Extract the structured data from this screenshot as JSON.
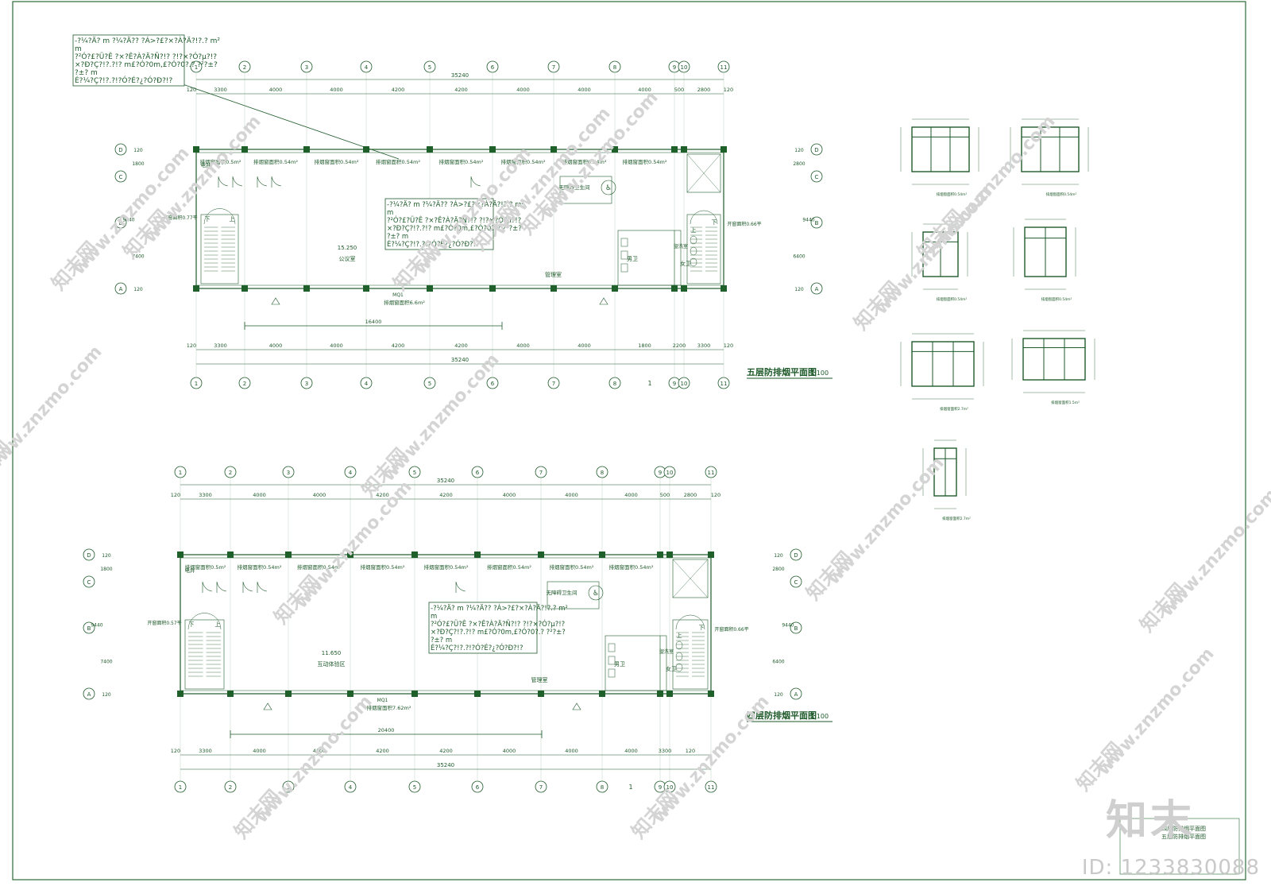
{
  "watermarks": {
    "site": "www.znzmo.com",
    "brand": "知末",
    "brand_net": "知末网",
    "id_label": "ID: 1233830088"
  },
  "note_lines": [
    "-?¼?Ä?    m ?¼?Ä?? ?Á>?£?×?À?Ä?!?.?     m²",
    "m",
    "?²Ó?£?Ü?Ê ?×?Ê?À?Ä?Ñ?!? ?!?×?Ó?µ?!?",
    "×?Ð?Ç?!?.?!?      m£?Ó?0m,£?Ó?0?.? ?²?±?",
    "?±?         m",
    "É?¼?Ç?!?.?!?Ó?É?¿?Ó?Ð?!?"
  ],
  "floor5": {
    "title": "五层防排烟平面图",
    "scale": "1:100",
    "total": "35240",
    "top_dims": [
      "120",
      "3300",
      "4000",
      "4000",
      "4200",
      "4200",
      "4000",
      "4000",
      "4000",
      "500",
      "2800",
      "120"
    ],
    "bottom_dims": [
      "120",
      "3300",
      "4000",
      "4000",
      "4200",
      "4200",
      "4000",
      "4000",
      "1800",
      "2200",
      "3300",
      "120"
    ],
    "span": "16400",
    "left_dims": [
      "120",
      "1800",
      "9440",
      "7400",
      "120"
    ],
    "right_dims": [
      "120",
      "2800",
      "9440",
      "6400",
      "120"
    ],
    "elev": "15.250",
    "room_main": "公议室",
    "room_mgmt": "管理室",
    "room_acc": "无障碍卫生间",
    "room_clean": "盥洗室",
    "room_m": "男卫",
    "room_f": "女卫",
    "room_elec": "电井",
    "win_area": "排烟窗面积0.54m²",
    "win_area_first": "排烟窗面积0.5m²",
    "win_bottom": "排烟窗面积6.6m²",
    "left_open": "开窗面积0.77平",
    "right_open": "开窗面积0.66平",
    "wall_code": "MQ1",
    "section_mark": "1"
  },
  "floor4": {
    "title": "四层防排烟平面图",
    "scale": "1:100",
    "total": "35240",
    "top_dims": [
      "120",
      "3300",
      "4000",
      "4000",
      "4200",
      "4200",
      "4000",
      "4000",
      "4000",
      "500",
      "2800",
      "120"
    ],
    "bottom_dims": [
      "120",
      "3300",
      "4000",
      "4000",
      "4200",
      "4200",
      "4000",
      "4000",
      "4000",
      "3300",
      "120"
    ],
    "span": "20400",
    "left_dims": [
      "120",
      "1800",
      "9440",
      "7400",
      "120"
    ],
    "right_dims": [
      "120",
      "2800",
      "9440",
      "6400",
      "120"
    ],
    "elev": "11.650",
    "room_main": "互动体验区",
    "room_mgmt": "管理室",
    "room_acc": "无障碍卫生间",
    "room_clean": "盥洗室",
    "room_m": "男卫",
    "room_f": "女卫",
    "room_elec": "电井",
    "win_area": "排烟窗面积0.54m²",
    "win_area_first": "排烟窗面积0.5m²",
    "win_bottom": "排烟窗面积7.62m²",
    "left_open": "开窗面积0.57平",
    "right_open": "开窗面积0.66平",
    "wall_code": "MQ1",
    "section_mark": "1"
  },
  "axis_labels_h": [
    "1",
    "2",
    "3",
    "4",
    "5",
    "6",
    "7",
    "8",
    "9",
    "10",
    "11"
  ],
  "axis_labels_v": [
    "A",
    "B",
    "C",
    "D"
  ],
  "title_block": {
    "line1": "四层防排烟平面图",
    "line2": "五层防排烟平面图"
  },
  "detail_notes": [
    "排烟窗面积0.54m²",
    "排烟窗面积0.54m²",
    "排烟窗面积0.54m²",
    "排烟窗面积0.54m²",
    "排烟窗面积2.7m²",
    "排烟窗面积1.5m²",
    "排烟窗面积2.7m²"
  ],
  "colors": {
    "line": "#1e5a2a",
    "column": "#1f5f2a",
    "watermark": "#d4d4d4",
    "border": "#2a6a36"
  }
}
